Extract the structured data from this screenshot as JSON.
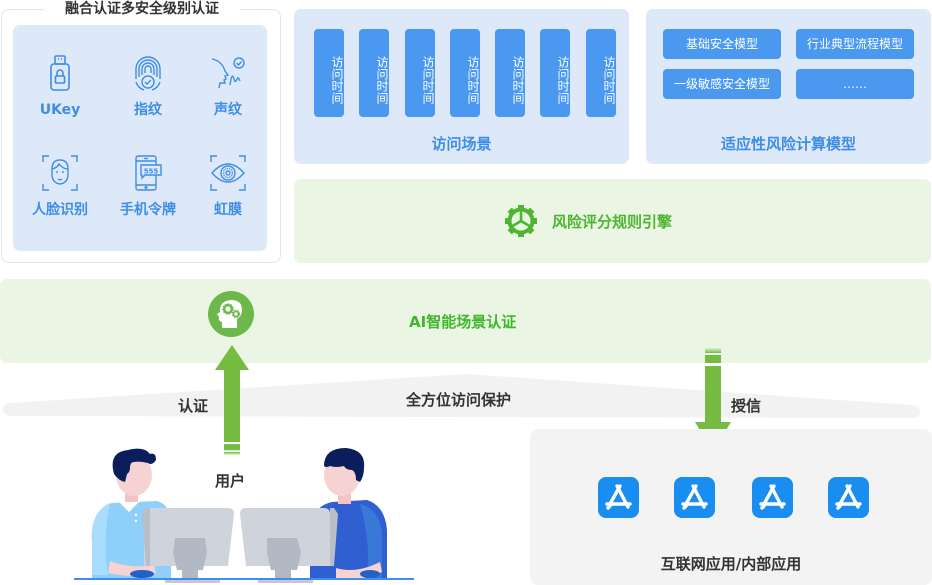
{
  "auth_panel": {
    "title": "融合认证多安全级别认证",
    "items": [
      {
        "label": "UKey",
        "icon": "usb-key-icon"
      },
      {
        "label": "指纹",
        "icon": "fingerprint-icon"
      },
      {
        "label": "声纹",
        "icon": "voiceprint-icon"
      },
      {
        "label": "人脸识别",
        "icon": "face-recognition-icon"
      },
      {
        "label": "手机令牌",
        "icon": "mobile-token-icon"
      },
      {
        "label": "虹膜",
        "icon": "iris-icon"
      }
    ]
  },
  "scene_panel": {
    "chips": [
      "访问时间",
      "访问时间",
      "访问时间",
      "访问时间",
      "访问时间",
      "访问时间",
      "访问时间"
    ],
    "caption": "访问场景"
  },
  "model_panel": {
    "chips": [
      "基础安全模型",
      "行业典型流程模型",
      "一级敏感安全模型",
      "……"
    ],
    "caption": "适应性风险计算模型"
  },
  "engine": {
    "label": "风险评分规则引擎",
    "icon": "gear-icon"
  },
  "ai_band": {
    "label": "AI智能场景认证",
    "icon": "ai-brain-icon"
  },
  "protection_band": {
    "left_label": "认证",
    "center_label": "全方位访问保护",
    "right_label": "授信"
  },
  "users": {
    "label": "用户"
  },
  "apps_panel": {
    "app_count": 4,
    "app_icon": "app-store-icon",
    "caption": "互联网应用/内部应用"
  },
  "colors": {
    "blue_panel": "#dde9f8",
    "blue_chip": "#4a98f0",
    "blue_text": "#3f8ee6",
    "green_panel": "#eaf6e3",
    "green_text": "#4db530",
    "green_arrow": "#76bc43",
    "app_blue": "#1a8ef0"
  }
}
